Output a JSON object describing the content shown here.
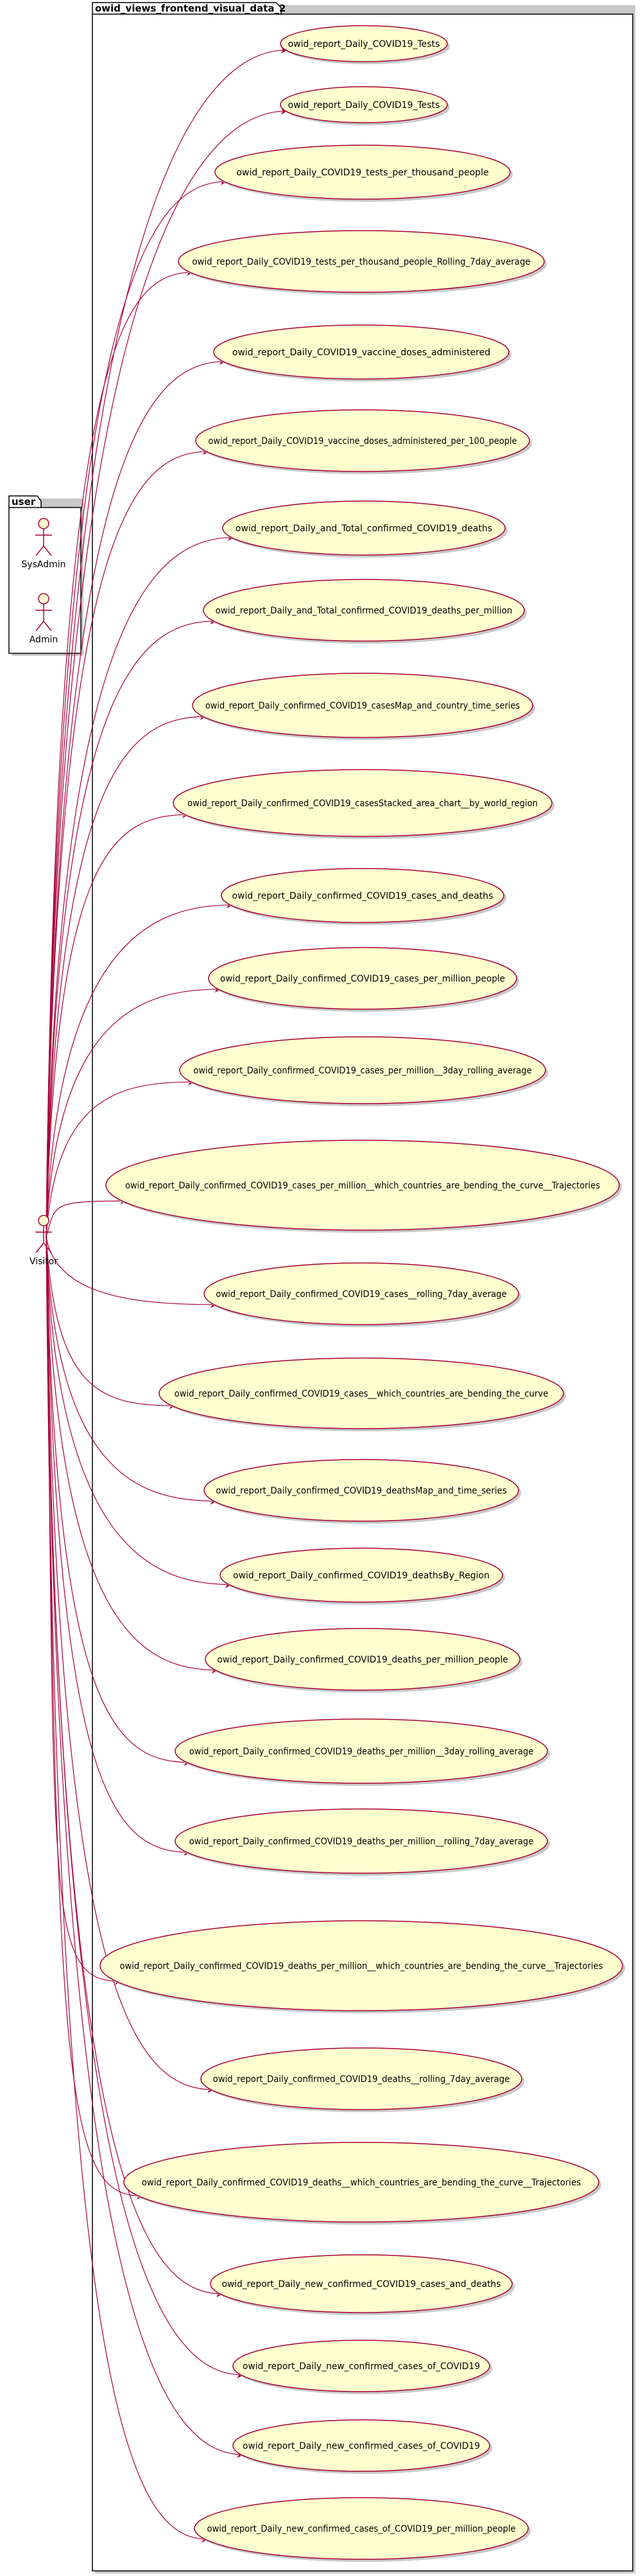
{
  "packages": {
    "user": {
      "title": "user"
    },
    "main": {
      "title": "owid_views_frontend_visual_data_2"
    }
  },
  "actors": {
    "sysadmin": "SysAdmin",
    "admin": "Admin",
    "visitor": "Visitor"
  },
  "use_cases": [
    "owid_report_Daily_COVID19_Tests",
    "owid_report_Daily_COVID19_Tests",
    "owid_report_Daily_COVID19_tests_per_thousand_people",
    "owid_report_Daily_COVID19_tests_per_thousand_people_Rolling_7day_average",
    "owid_report_Daily_COVID19_vaccine_doses_administered",
    "owid_report_Daily_COVID19_vaccine_doses_administered_per_100_people",
    "owid_report_Daily_and_Total_confirmed_COVID19_deaths",
    "owid_report_Daily_and_Total_confirmed_COVID19_deaths_per_million",
    "owid_report_Daily_confirmed_COVID19_casesMap_and_country_time_series",
    "owid_report_Daily_confirmed_COVID19_casesStacked_area_chart__by_world_region",
    "owid_report_Daily_confirmed_COVID19_cases_and_deaths",
    "owid_report_Daily_confirmed_COVID19_cases_per_million_people",
    "owid_report_Daily_confirmed_COVID19_cases_per_million__3day_rolling_average",
    "owid_report_Daily_confirmed_COVID19_cases_per_million__which_countries_are_bending_the_curve__Trajectories",
    "owid_report_Daily_confirmed_COVID19_cases__rolling_7day_average",
    "owid_report_Daily_confirmed_COVID19_cases__which_countries_are_bending_the_curve",
    "owid_report_Daily_confirmed_COVID19_deathsMap_and_time_series",
    "owid_report_Daily_confirmed_COVID19_deathsBy_Region",
    "owid_report_Daily_confirmed_COVID19_deaths_per_million_people",
    "owid_report_Daily_confirmed_COVID19_deaths_per_million__3day_rolling_average",
    "owid_report_Daily_confirmed_COVID19_deaths_per_million__rolling_7day_average",
    "owid_report_Daily_confirmed_COVID19_deaths_per_million__which_countries_are_bending_the_curve__Trajectories",
    "owid_report_Daily_confirmed_COVID19_deaths__rolling_7day_average",
    "owid_report_Daily_confirmed_COVID19_deaths__which_countries_are_bending_the_curve__Trajectories",
    "owid_report_Daily_new_confirmed_COVID19_cases_and_deaths",
    "owid_report_Daily_new_confirmed_cases_of_COVID19",
    "owid_report_Daily_new_confirmed_cases_of_COVID19",
    "owid_report_Daily_new_confirmed_cases_of_COVID19_per_million_people"
  ],
  "colors": {
    "ellipse_fill": "#FEFECE",
    "ellipse_stroke": "#A80036",
    "edge": "#A80036",
    "package_border": "#000000",
    "shadow": "#C8C8C8"
  }
}
